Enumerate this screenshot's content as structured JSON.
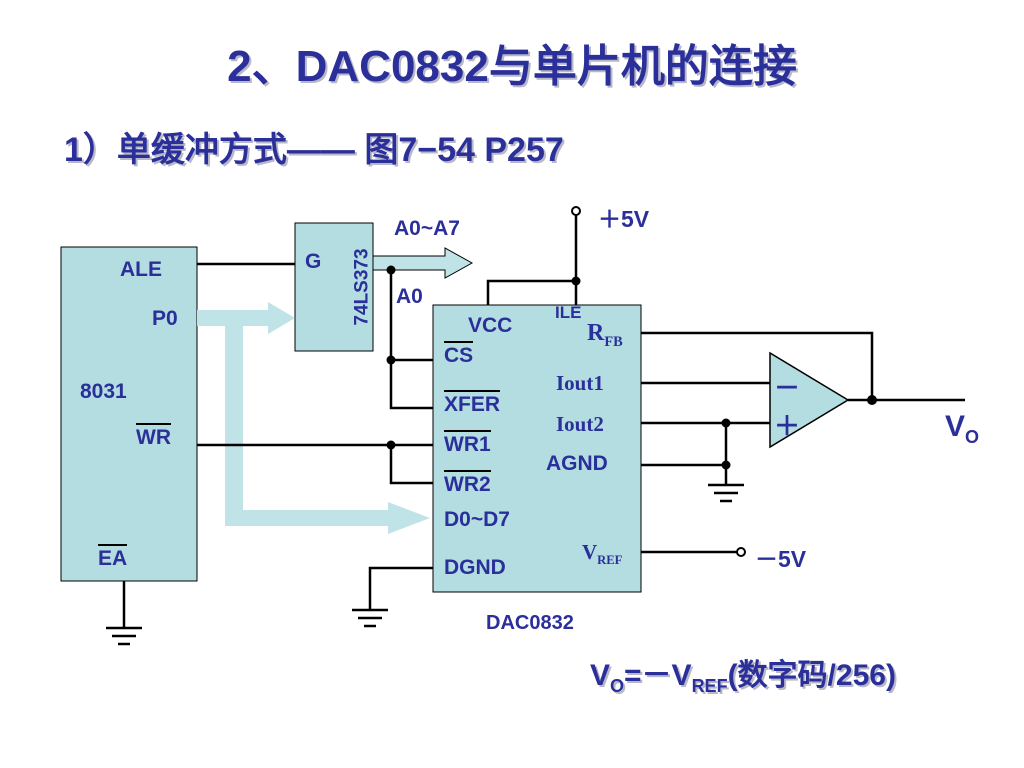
{
  "title": "2、DAC0832与单片机的连接",
  "subtitle": "1）单缓冲方式——  图7−54  P257",
  "mcu": {
    "name": "8031",
    "pins": {
      "ale": "ALE",
      "p0": "P0",
      "wr": "WR",
      "ea": "EA"
    }
  },
  "latch": {
    "name": "74LS373",
    "g": "G"
  },
  "bus": {
    "addr": "A0~A7",
    "a0": "A0"
  },
  "dac": {
    "name": "DAC0832",
    "pins": {
      "vcc": "VCC",
      "ile": "ILE",
      "rfb_main": "R",
      "rfb_sub": "FB",
      "cs": "CS",
      "xfer": "XFER",
      "wr1": "WR1",
      "wr2": "WR2",
      "data": "D0~D7",
      "dgnd": "DGND",
      "iout1": "Iout1",
      "iout2": "Iout2",
      "agnd": "AGND",
      "vref_main": "V",
      "vref_sub": "REF"
    }
  },
  "supply": {
    "pos": "＋5V",
    "neg": "－5V"
  },
  "opamp": {
    "minus": "－",
    "plus": "＋"
  },
  "output": {
    "main": "V",
    "sub": "O"
  },
  "formula": {
    "v": "V",
    "o": "O",
    "eq": "=－V",
    "ref": "REF",
    "rest": "(数字码/256)"
  },
  "colors": {
    "text": "#2b2f99",
    "chip_fill": "#b3dde1",
    "bus_arrow": "#bfe3e7"
  }
}
